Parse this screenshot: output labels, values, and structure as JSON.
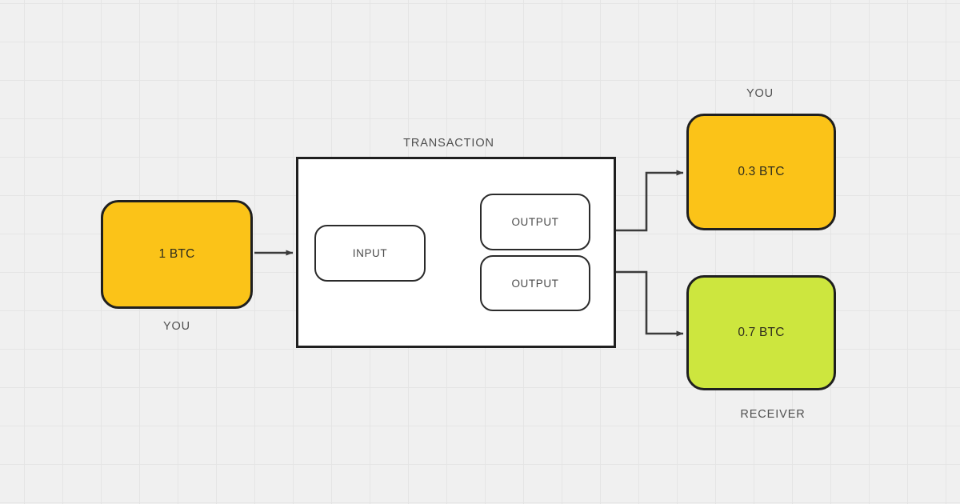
{
  "diagram": {
    "title_caption": "TRANSACTION",
    "colors": {
      "background": "#f0f0f0",
      "grid_line": "#e4e4e4",
      "stroke": "#1f1f1f",
      "yellow_fill": "#fbc318",
      "green_fill": "#cde63e",
      "white_fill": "#ffffff",
      "text": "#4f4f4f"
    },
    "input_wallet": {
      "amount": "1 BTC",
      "caption": "YOU"
    },
    "transaction": {
      "caption": "TRANSACTION",
      "input": {
        "label": "INPUT"
      },
      "outputs": [
        {
          "label": "OUTPUT"
        },
        {
          "label": "OUTPUT"
        }
      ]
    },
    "output_wallets": [
      {
        "amount": "0.3 BTC",
        "caption": "YOU",
        "caption_position": "above",
        "color": "#fbc318"
      },
      {
        "amount": "0.7 BTC",
        "caption": "RECEIVER",
        "caption_position": "below",
        "color": "#cde63e"
      }
    ]
  }
}
